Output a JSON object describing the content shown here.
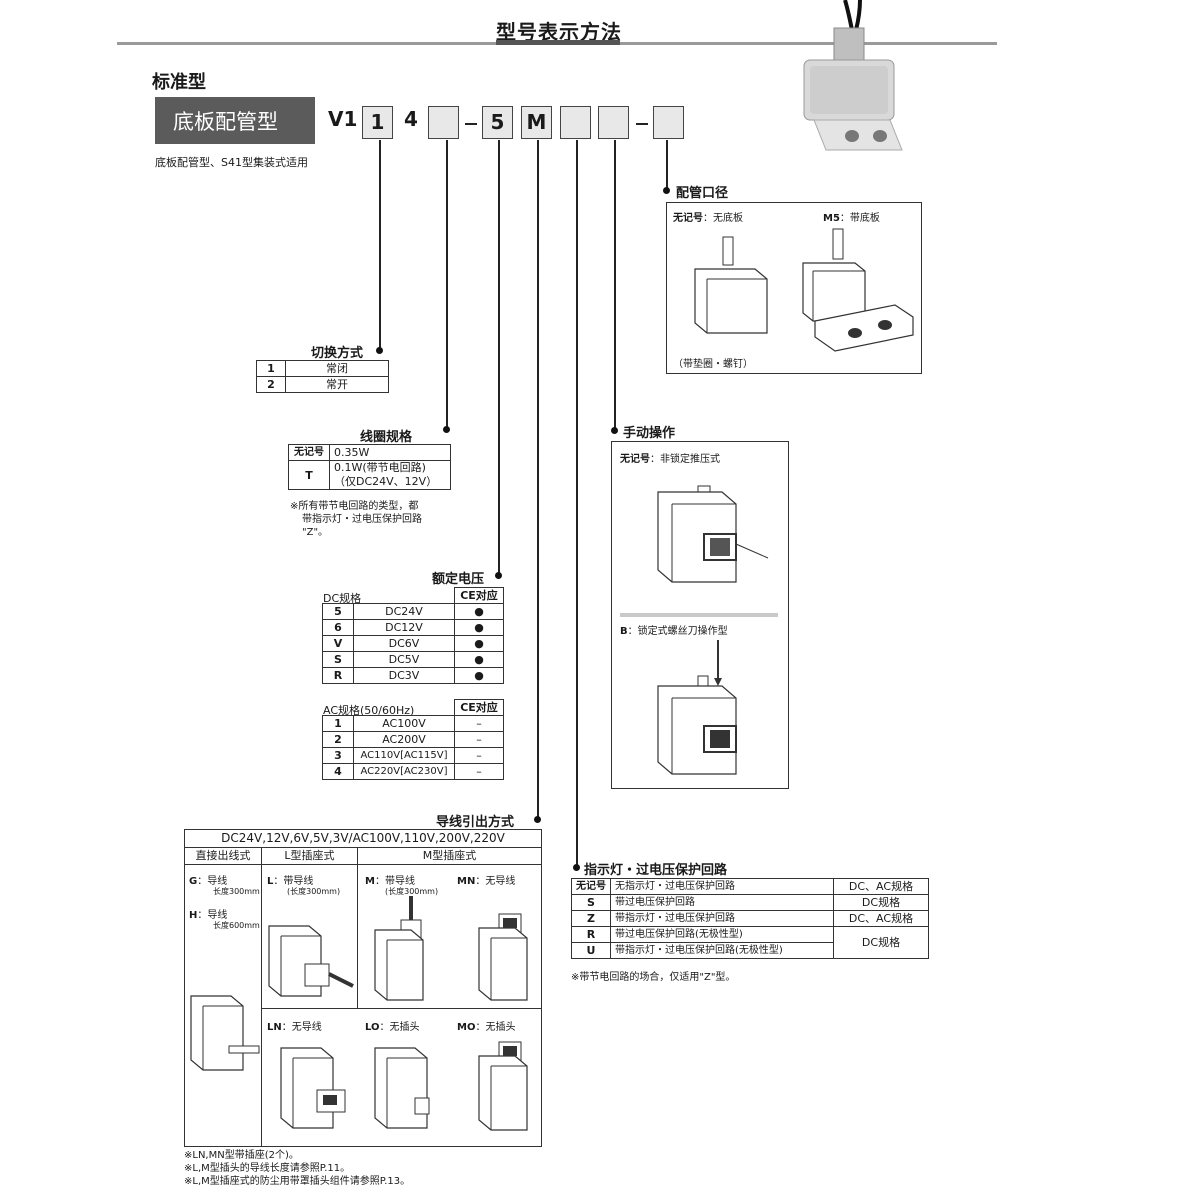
{
  "title": "型号表示方法",
  "subtitle": "标准型",
  "type_badge": "底板配管型",
  "model_prefix": "V1",
  "model_codes": [
    "1",
    "4",
    "",
    "5",
    "M",
    "",
    "",
    ""
  ],
  "note_under_badge": "底板配管型、S41型集装式适用",
  "port": {
    "heading": "配管口径",
    "none_code": "无记号",
    "none_label": "：无底板",
    "m5_code": "M5",
    "m5_label": "：带底板",
    "note": "（带垫圈・螺钉）"
  },
  "switching": {
    "heading": "切换方式",
    "rows": [
      [
        "1",
        "常闭"
      ],
      [
        "2",
        "常开"
      ]
    ]
  },
  "coil": {
    "heading": "线圈规格",
    "rows": [
      [
        "无记号",
        "0.35W"
      ],
      [
        "T",
        "0.1W(带节电回路)",
        "（仅DC24V、12V）"
      ]
    ],
    "note": [
      "※所有带节电回路的类型，都",
      "带指示灯・过电压保护回路",
      "\"Z\"。"
    ]
  },
  "manual": {
    "heading": "手动操作",
    "none_code": "无记号",
    "none_label": "：非锁定推压式",
    "b_code": "B",
    "b_label": "：锁定式螺丝刀操作型"
  },
  "voltage": {
    "heading": "额定电压",
    "dc_header": "DC规格",
    "ce_header": "CE对应",
    "dc_rows": [
      [
        "5",
        "DC24V",
        "●"
      ],
      [
        "6",
        "DC12V",
        "●"
      ],
      [
        "V",
        "DC6V",
        "●"
      ],
      [
        "S",
        "DC5V",
        "●"
      ],
      [
        "R",
        "DC3V",
        "●"
      ]
    ],
    "ac_header": "AC规格(50/60Hz)",
    "ac_rows": [
      [
        "1",
        "AC100V",
        "–"
      ],
      [
        "2",
        "AC200V",
        "–"
      ],
      [
        "3",
        "AC110V[AC115V]",
        "–"
      ],
      [
        "4",
        "AC220V[AC230V]",
        "–"
      ]
    ]
  },
  "lead": {
    "heading": "导线引出方式",
    "voltage_header": "DC24V,12V,6V,5V,3V/AC100V,110V,200V,220V",
    "col1": "直接出线式",
    "col2": "L型插座式",
    "col3": "M型插座式",
    "g_code": "G",
    "g_label": "：导线",
    "g_sub": "长度300mm",
    "h_code": "H",
    "h_label": "：导线",
    "h_sub": "长度600mm",
    "l_code": "L",
    "l_label": "：带导线",
    "l_sub": "(长度300mm)",
    "m_code": "M",
    "m_label": "：带导线",
    "m_sub": "(长度300mm)",
    "mn_code": "MN",
    "mn_label": "：无导线",
    "ln_code": "LN",
    "ln_label": "：无导线",
    "lo_code": "LO",
    "lo_label": "：无插头",
    "mo_code": "MO",
    "mo_label": "：无插头",
    "notes": [
      "※LN,MN型带插座(2个)。",
      "※L,M型插头的导线长度请参照P.11。",
      "※L,M型插座式的防尘用带罩插头组件请参照P.13。"
    ]
  },
  "indicator": {
    "heading": "指示灯・过电压保护回路",
    "rows": [
      [
        "无记号",
        "无指示灯・过电压保护回路",
        "DC、AC规格"
      ],
      [
        "S",
        "带过电压保护回路",
        "DC规格"
      ],
      [
        "Z",
        "带指示灯・过电压保护回路",
        "DC、AC规格"
      ],
      [
        "R",
        "带过电压保护回路(无极性型)",
        "DC规格"
      ],
      [
        "U",
        "带指示灯・过电压保护回路(无极性型)",
        ""
      ]
    ],
    "note": "※带节电回路的场合，仅适用\"Z\"型。"
  }
}
